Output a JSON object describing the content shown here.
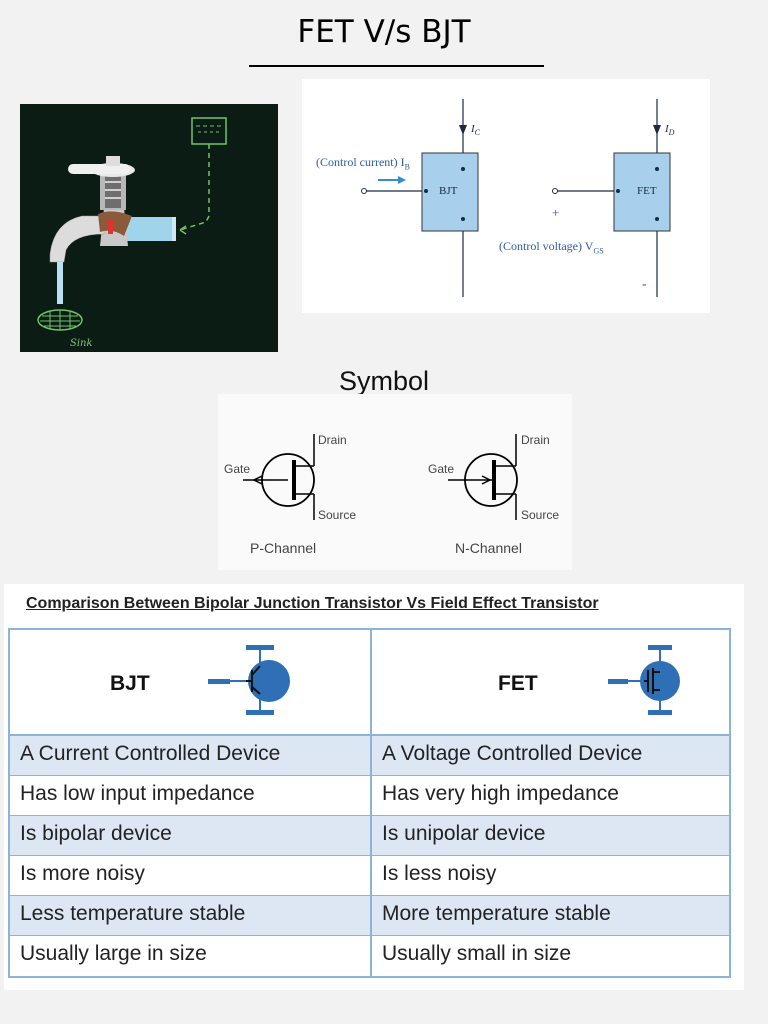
{
  "page": {
    "title": "FET V/s BJT"
  },
  "tap_illustration": {
    "caption": "Sink"
  },
  "block_diagram": {
    "bjt": {
      "label": "BJT",
      "control_label": "(Control current) I",
      "control_sub": "B",
      "output_current": "I",
      "output_sub": "C"
    },
    "fet": {
      "label": "FET",
      "control_label": "(Control voltage) V",
      "control_sub": "GS",
      "output_current": "I",
      "output_sub": "D",
      "plus_sign": "+",
      "minus_sign": "-"
    }
  },
  "symbol_section": {
    "heading": "Symbol",
    "p_channel": {
      "gate": "Gate",
      "drain": "Drain",
      "source": "Source",
      "caption": "P-Channel"
    },
    "n_channel": {
      "gate": "Gate",
      "drain": "Drain",
      "source": "Source",
      "caption": "N-Channel"
    }
  },
  "comparison": {
    "heading": "Comparison Between Bipolar Junction Transistor Vs Field Effect Transistor",
    "columns": [
      "BJT",
      "FET"
    ],
    "rows": [
      [
        "A Current Controlled Device",
        "A Voltage Controlled Device"
      ],
      [
        "Has low input impedance",
        "Has very high impedance"
      ],
      [
        "Is bipolar device",
        "Is unipolar device"
      ],
      [
        "Is more noisy",
        "Is less noisy"
      ],
      [
        "Less temperature stable",
        "More temperature stable"
      ],
      [
        "Usually large in size",
        "Usually small in size"
      ]
    ]
  },
  "colors": {
    "table_border": "#8fb2d8",
    "alt_row": "#dde7f4",
    "block_fill": "#a8d0ec",
    "diagram_text": "#2d5aa0",
    "symbol_blue": "#2f6fb5",
    "chalk_green": "#7ec87a"
  }
}
